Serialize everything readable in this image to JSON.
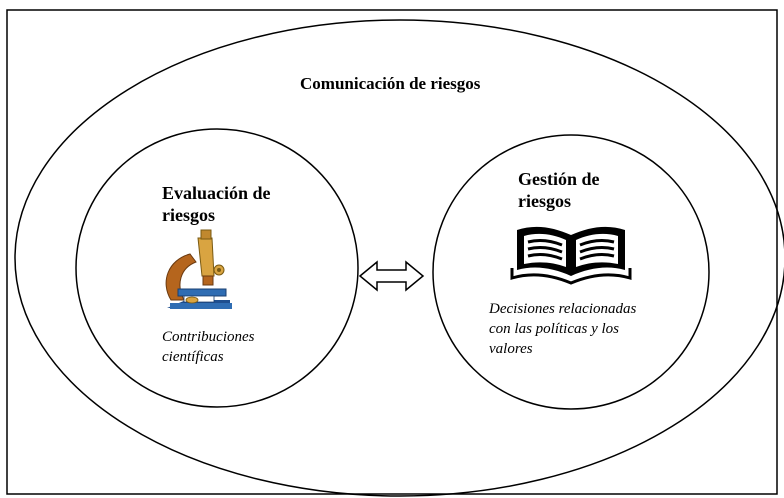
{
  "diagram": {
    "outer": {
      "title": "Comunicación de riesgos"
    },
    "left": {
      "title_line1": "Evaluación de",
      "title_line2": "riesgos",
      "icon": "microscope-icon",
      "subtitle_line1": "Contribuciones",
      "subtitle_line2": "científicas"
    },
    "right": {
      "title_line1": "Gestión de",
      "title_line2": "riesgos",
      "icon": "open-book-icon",
      "subtitle_line1": "Decisiones relacionadas",
      "subtitle_line2": "con las políticas y los",
      "subtitle_line3": "valores"
    },
    "connector": "double-arrow-icon"
  },
  "colors": {
    "line": "#000000",
    "microscope_body": "#b5651d",
    "microscope_blue": "#2f6db3",
    "microscope_brass": "#d9a441"
  }
}
